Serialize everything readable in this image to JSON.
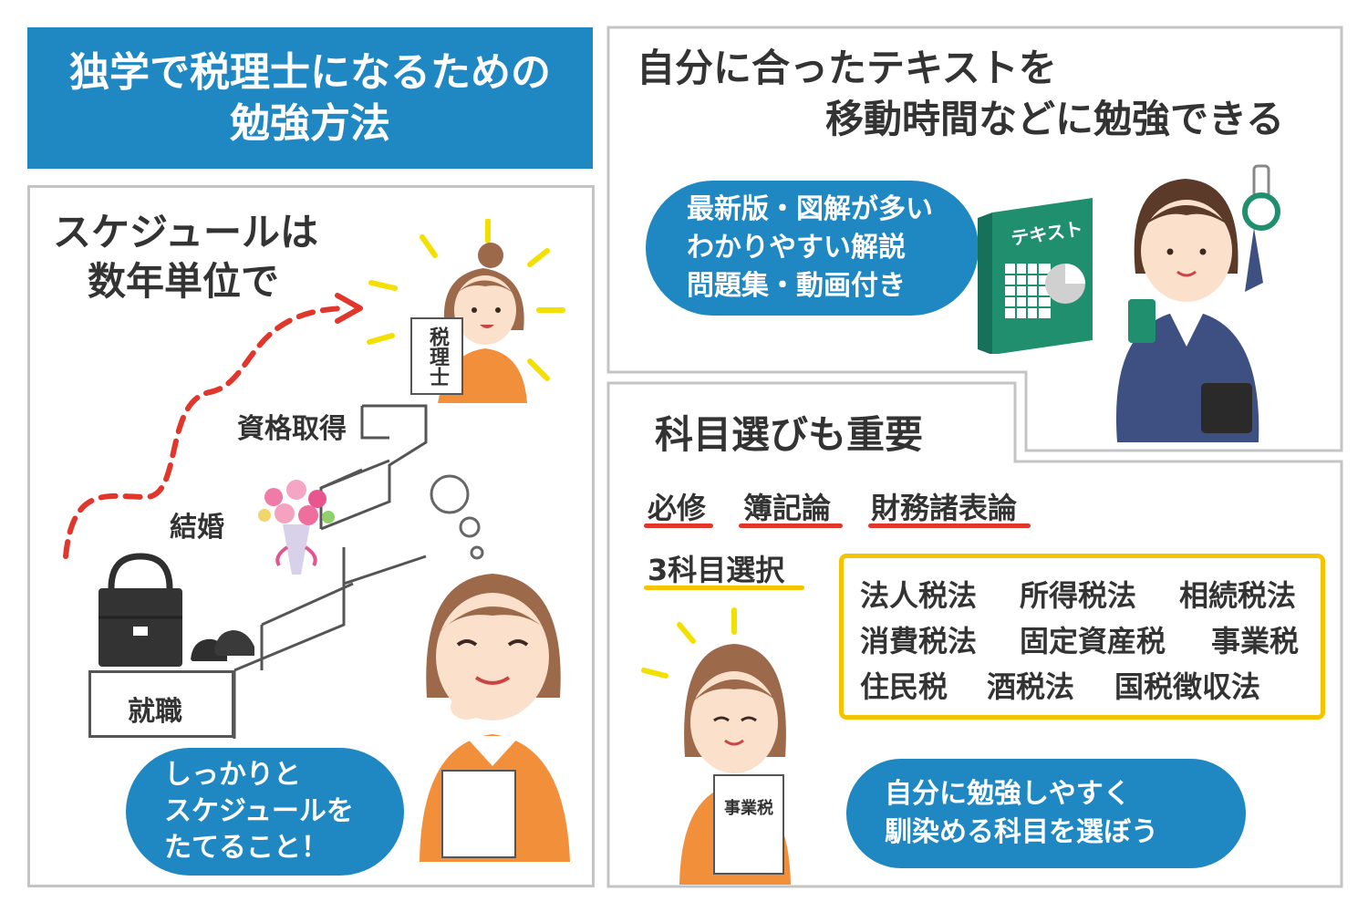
{
  "title": {
    "line1": "独学で税理士になるための",
    "line2": "勉強方法"
  },
  "schedule": {
    "heading_line1": "スケジュールは",
    "heading_line2": "数年単位で",
    "steps": {
      "job": "就職",
      "marriage": "結婚",
      "license": "資格取得"
    },
    "certificate_text": "税理士",
    "advice": {
      "line1": "しっかりと",
      "line2": "スケジュールを",
      "line3": "たてること！"
    }
  },
  "textbook": {
    "heading_line1": "自分に合ったテキストを",
    "heading_line2": "移動時間などに勉強できる",
    "criteria": {
      "line1": "最新版・図解が多い",
      "line2": "わかりやすい解説",
      "line3": "問題集・動画付き"
    },
    "book_label": "テキスト"
  },
  "subjects": {
    "heading": "科目選びも重要",
    "required_label": "必修",
    "required": [
      "簿記論",
      "財務諸表論"
    ],
    "elective_label": "3科目選択",
    "electives": {
      "row1": [
        "法人税法",
        "所得税法",
        "相続税法"
      ],
      "row2": [
        "消費税法",
        "固定資産税",
        "事業税"
      ],
      "row3": [
        "住民税",
        "酒税法",
        "国税徴収法"
      ]
    },
    "holding_paper": "事業税",
    "advice": {
      "line1": "自分に勉強しやすく",
      "line2": "馴染める科目を選ぼう"
    }
  },
  "colors": {
    "accent_blue": "#1f87c2",
    "underline_red": "#e0362b",
    "highlight_yellow": "#f5c400",
    "book_green": "#1f8f6e",
    "panel_border": "#c4c4c4"
  }
}
